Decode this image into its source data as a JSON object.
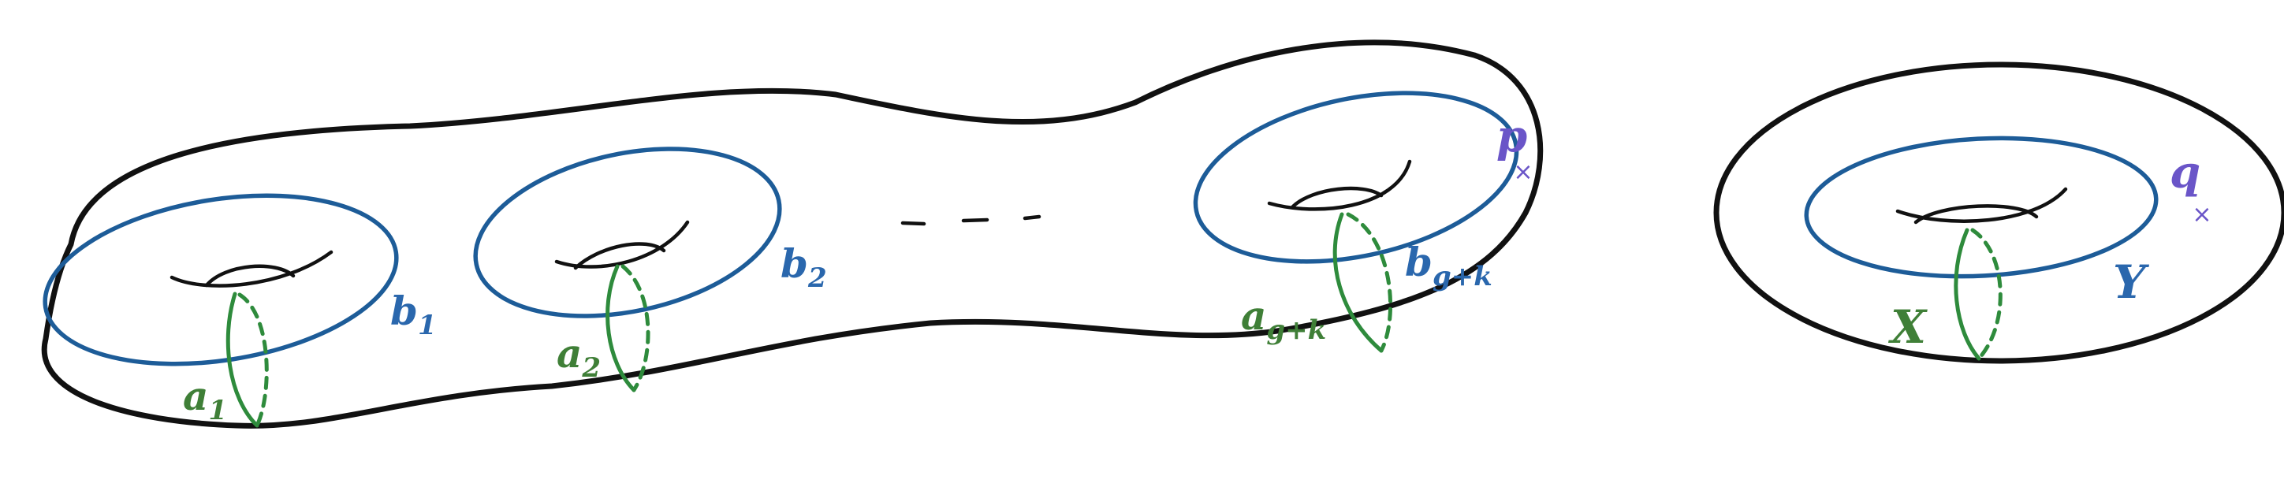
{
  "colors": {
    "outline": "#111111",
    "b_curves": "#1d5c98",
    "a_curves": "#2e8b3c",
    "labels_blue": "#2a67ad",
    "labels_green": "#3f7f37",
    "points": "#6a55c8"
  },
  "labels": {
    "b1": {
      "main": "b",
      "sub": "1"
    },
    "b2": {
      "main": "b",
      "sub": "2"
    },
    "bgk": {
      "main": "b",
      "sub": "g+k"
    },
    "a1": {
      "main": "a",
      "sub": "1"
    },
    "a2": {
      "main": "a",
      "sub": "2"
    },
    "agk": {
      "main": "a",
      "sub": "g+k"
    },
    "p": "p",
    "q": "q",
    "x": "X",
    "y": "Y"
  },
  "marks": {
    "point": "×"
  }
}
